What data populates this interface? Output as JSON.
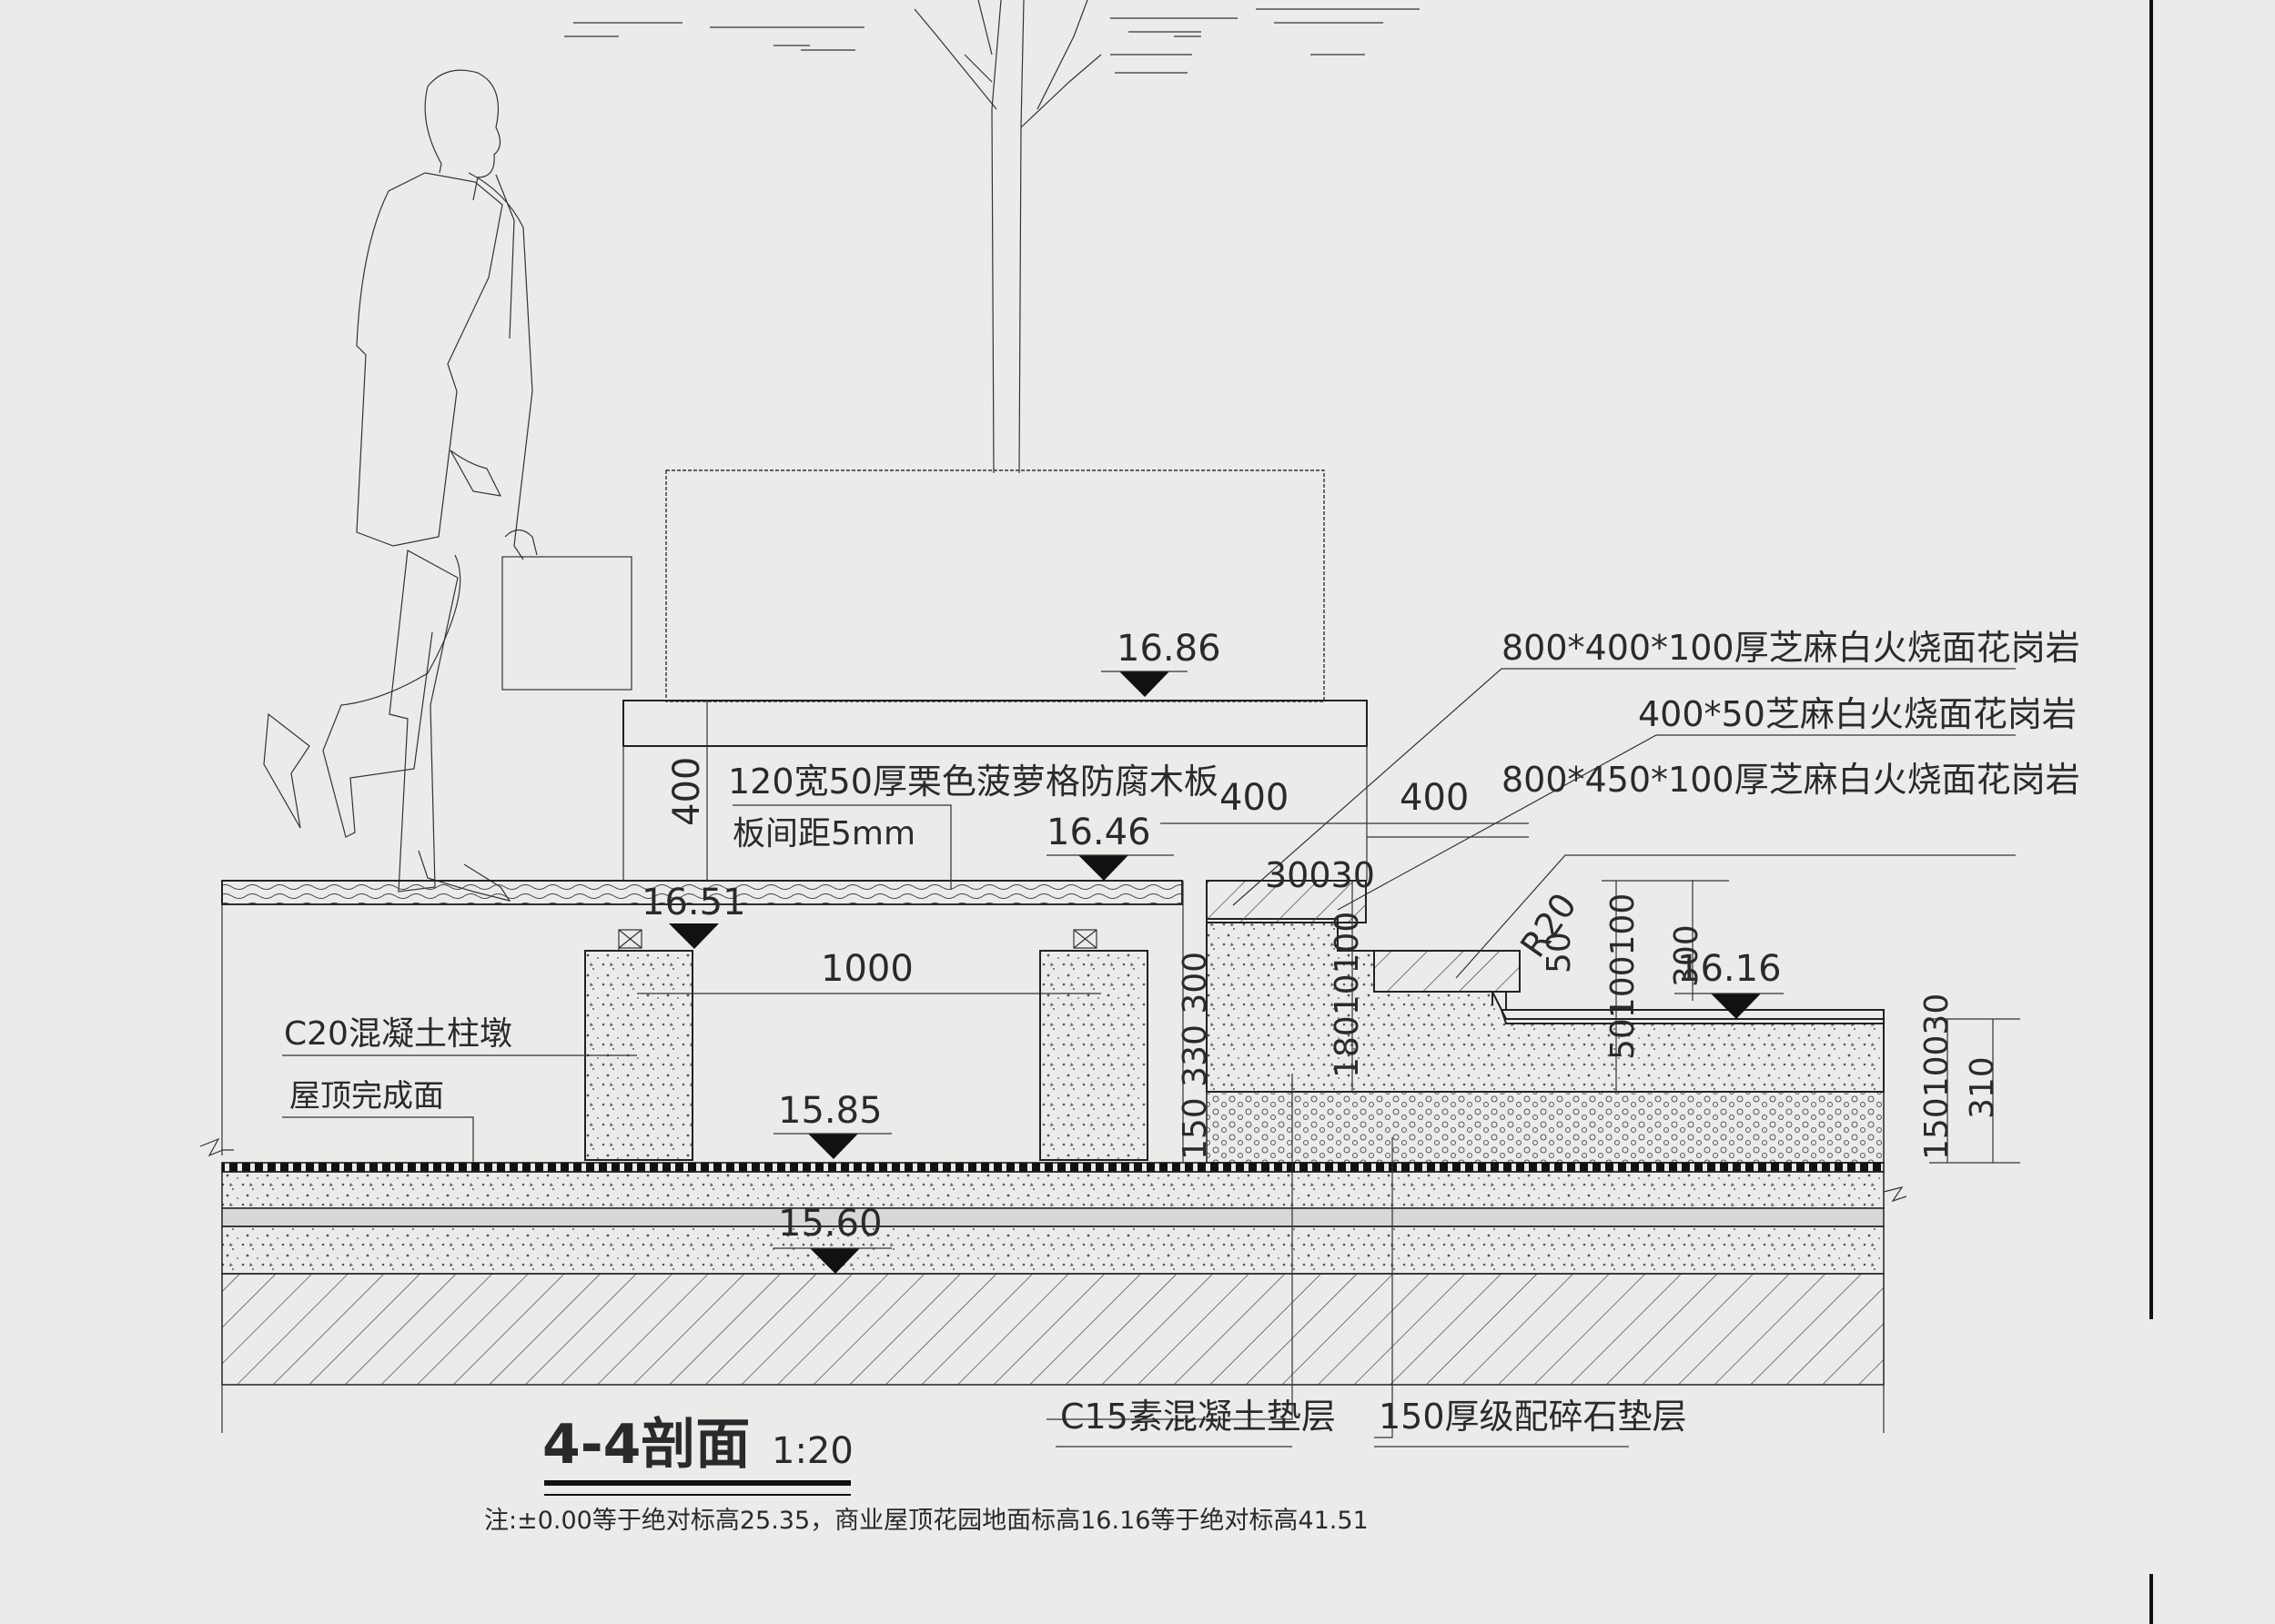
{
  "elevations": {
    "top_seat": "16.86",
    "deck": "16.46",
    "deck_left": "16.51",
    "garden": "16.16",
    "pier_base": "15.85",
    "roof_base": "15.60"
  },
  "dimensions": {
    "seat_height": "400",
    "pier_spacing": "1000",
    "step1": "400",
    "step2": "400",
    "step_detail_top": "30030",
    "radius": "R20",
    "d300_a": "300",
    "d330": "330",
    "d150": "150",
    "d30": "30",
    "d180": "180",
    "d100": "100",
    "d50": "50",
    "right_stack": "50100100",
    "right_300": "300",
    "right_150100": "15010030",
    "right_310": "310",
    "misc_10": "10"
  },
  "callouts": {
    "granite_800_400": "800*400*100厚芝麻白火烧面花岗岩",
    "granite_400_50": "400*50芝麻白火烧面花岗岩",
    "granite_800_450": "800*450*100厚芝麻白火烧面花岗岩",
    "wood_board": "120宽50厚栗色菠萝格防腐木板",
    "board_gap": "板间距5mm",
    "pier": "C20混凝土柱墩",
    "roof_finish": "屋顶完成面",
    "c15": "C15素混凝土垫层",
    "gravel": "150厚级配碎石垫层"
  },
  "title": {
    "name": "4-4剖面",
    "scale": "1:20"
  },
  "note": "注:±0.00等于绝对标高25.35，商业屋顶花园地面标高16.16等于绝对标高41.51"
}
